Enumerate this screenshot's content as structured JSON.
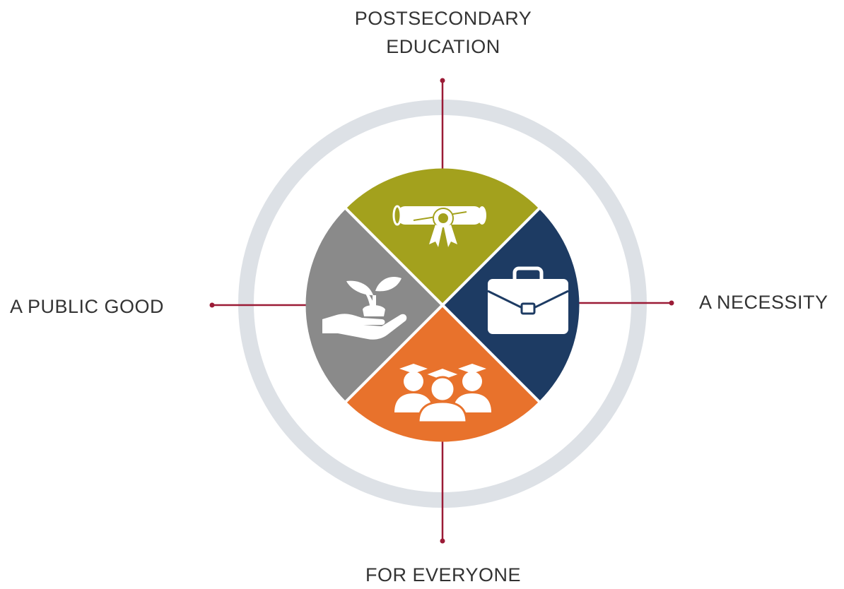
{
  "labels": {
    "top_line1": "POSTSECONDARY",
    "top_line2": "EDUCATION",
    "left": "A PUBLIC GOOD",
    "right": "A NECESSITY",
    "bottom": "FOR EVERYONE"
  },
  "colors": {
    "ring": "#dde1e6",
    "connector": "#9b1b36",
    "top_wedge": "#a3a11d",
    "right_wedge": "#1d3b63",
    "bottom_wedge": "#e8722c",
    "left_wedge": "#8a8a8a",
    "icon": "#ffffff"
  },
  "icons": {
    "top": "diploma-scroll-icon",
    "right": "briefcase-icon",
    "bottom": "graduates-group-icon",
    "left": "hand-with-plant-icon"
  }
}
